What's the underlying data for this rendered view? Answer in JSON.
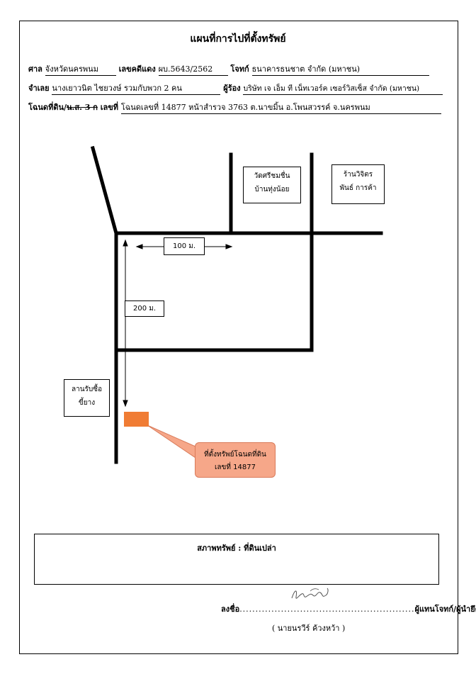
{
  "title": "แผนที่การไปที่ตั้งทรัพย์",
  "header": {
    "court_label": "ศาล",
    "court_value": "จังหวัดนครพนม",
    "case_label": "เลขคดีแดง",
    "case_value": "ผบ.5643/2562",
    "plaintiff_label": "โจทก์",
    "plaintiff_value": "ธนาคารธนชาต จำกัด (มหาชน)",
    "defendant_label": "จำเลย",
    "defendant_value": "นางเยาวนิต ไชยวงษ์ รวมกับพวก 2 คน",
    "buyer_label": "ผู้ร้อง",
    "buyer_value": "บริษัท เจ เอ็ม ที เน็ทเวอร์ค เซอร์วิสเซ็ส จำกัด (มหาชน)",
    "deed_label": "โฉนดที่ดิน/",
    "deed_struck": "น.ส. 3 ก",
    "deed_number_label": "เลขที่",
    "deed_value": "โฉนดเลขที่ 14877 หน้าสำรวจ 3763 ต.นาขมิ้น อ.โพนสวรรค์ จ.นครพนม"
  },
  "map": {
    "temple_label_1": "วัดศรีชมชื่น",
    "temple_label_2": "บ้านทุ่งน้อย",
    "shop_label_1": "ร้านวิจิตร",
    "shop_label_2": "พันธ์ การค้า",
    "distance_h": "100 ม.",
    "distance_v": "200 ม.",
    "rubber_label_1": "ลานรับซื้อ",
    "rubber_label_2": "ขี้ยาง",
    "callout_1": "ที่ตั้งทรัพย์โฉนดที่ดิน",
    "callout_2": "เลขที่ 14877",
    "marker_color": "#f07c34",
    "callout_color": "#f6a789"
  },
  "status": {
    "text": "สภาพทรัพย์ :  ที่ดินเปล่า"
  },
  "signature": {
    "label": "ลงชื่อ",
    "role": "ผู้แทนโจทก์/ผู้นำยึด",
    "name": "( นายนรวีร์ ค้วงหว้า )"
  }
}
